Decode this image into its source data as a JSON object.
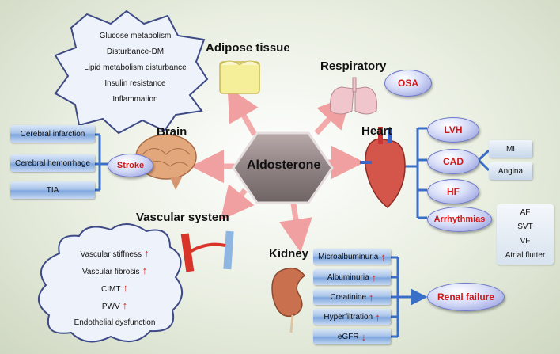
{
  "center": {
    "label": "Aldosterone"
  },
  "adipose": {
    "title": "Adipose tissue",
    "items": [
      "Glucose metabolism",
      "Disturbance-DM",
      "Lipid metabolism disturbance",
      "Insulin resistance",
      "Inflammation"
    ]
  },
  "respiratory": {
    "title": "Respiratory",
    "condition": "OSA"
  },
  "brain": {
    "title": "Brain",
    "condition": "Stroke",
    "items": [
      "Cerebral infarction",
      "Cerebral hemorrhage",
      "TIA"
    ]
  },
  "heart": {
    "title": "Heart",
    "conditions": [
      "LVH",
      "CAD",
      "HF",
      "Arrhythmias"
    ],
    "cad_items": [
      "MI",
      "Angina"
    ],
    "arrhythmia_items": [
      "AF",
      "SVT",
      "VF",
      "Atrial flutter"
    ]
  },
  "vascular": {
    "title": "Vascular system",
    "items": [
      {
        "text": "Vascular stiffness",
        "arrow": "↑"
      },
      {
        "text": "Vascular fibrosis",
        "arrow": "↑"
      },
      {
        "text": "CIMT",
        "arrow": "↑"
      },
      {
        "text": "PWV",
        "arrow": "↑"
      },
      {
        "text": "Endothelial dysfunction",
        "arrow": ""
      }
    ]
  },
  "kidney": {
    "title": "Kidney",
    "outcome": "Renal failure",
    "items": [
      {
        "text": "Microalbuminuria",
        "arrow": "↑"
      },
      {
        "text": "Albuminuria",
        "arrow": "↑"
      },
      {
        "text": "Creatinine",
        "arrow": "↑"
      },
      {
        "text": "Hyperfiltration",
        "arrow": "↑"
      },
      {
        "text": "eGFR",
        "arrow": "↓"
      }
    ]
  },
  "colors": {
    "accent_red": "#d01818",
    "connector_blue": "#3a6fc8",
    "arrow_pink": "#f0a8a8"
  }
}
